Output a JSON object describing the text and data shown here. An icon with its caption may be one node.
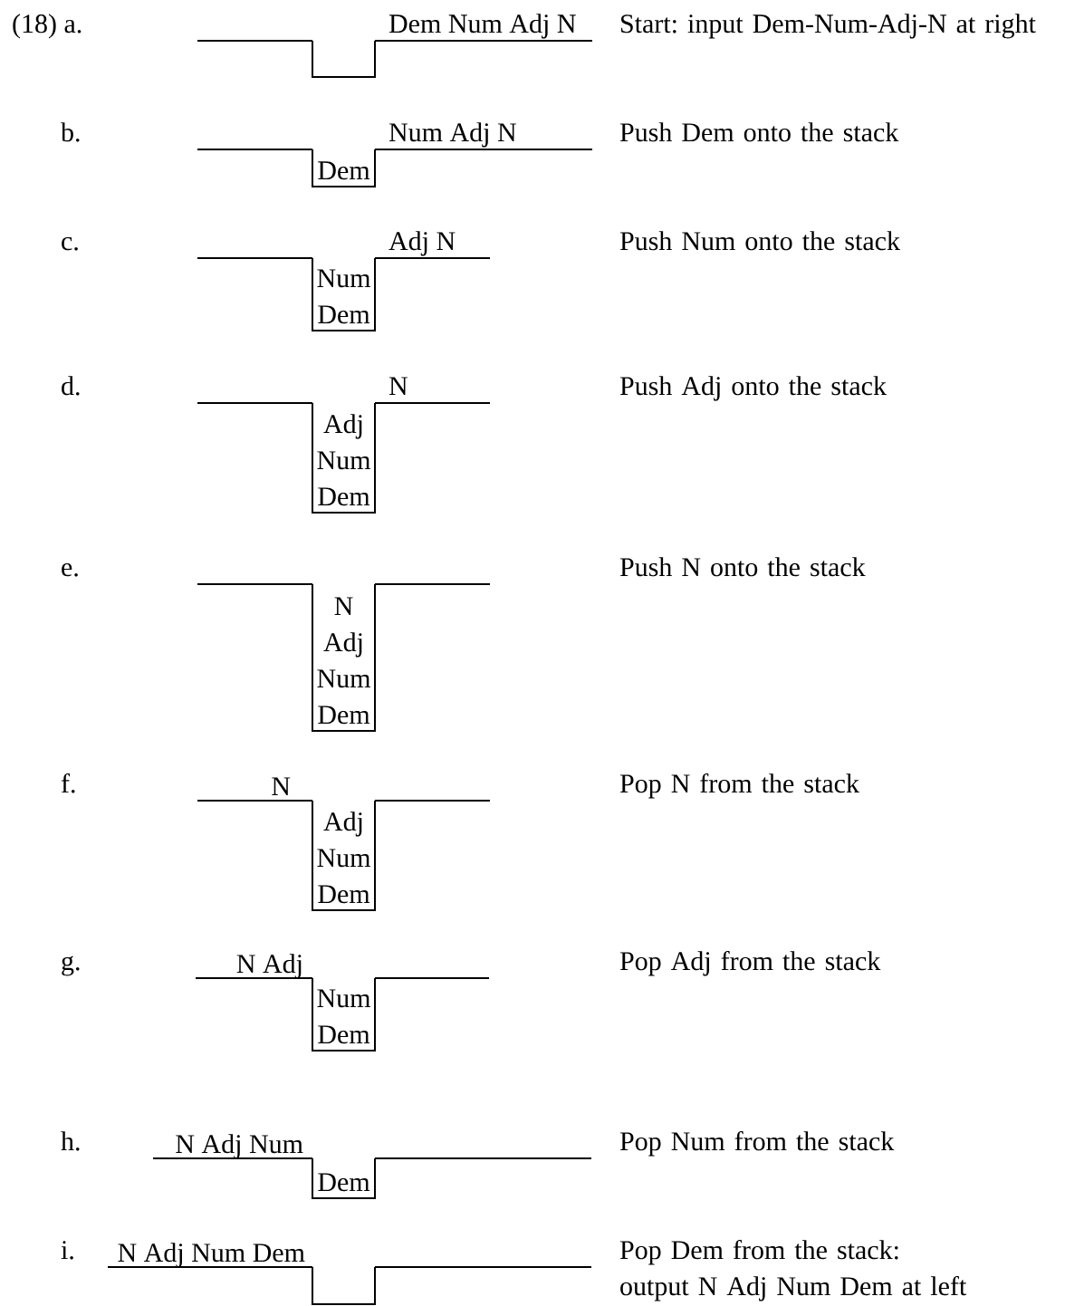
{
  "diagram": {
    "nodes": [
      {
        "text": [],
        "shape": "box"
      },
      {
        "text": [
          "Dem"
        ]
      },
      {
        "text": [
          "Num",
          "Dem"
        ]
      },
      {
        "text": [
          "Adj",
          "Num",
          "Dem"
        ]
      },
      {
        "text": [
          "N",
          "Adj",
          "Num",
          "Dem"
        ]
      },
      {
        "text": [
          "Adj",
          "Num",
          "Dem"
        ]
      },
      {
        "text": [
          "Num",
          "Dem"
        ]
      },
      {
        "text": [
          "Dem"
        ]
      },
      {
        "text": [],
        "shape": "box"
      }
    ],
    "labels": [
      "(18) a.",
      "Dem Num Adj N",
      "Start: input Dem-Num-Adj-N at right",
      "b.",
      "Num Adj N",
      "Push Dem onto the stack",
      "c.",
      "Adj N",
      "Push Num onto the stack",
      "d.",
      "N",
      "Push Adj onto the stack",
      "e.",
      "Push N onto the stack",
      "f.",
      "N",
      "Pop N from the stack",
      "g.",
      "N Adj",
      "Pop Adj from the stack",
      "h.",
      "N Adj Num",
      "Pop Num from the stack",
      "i.",
      "N Adj Num Dem",
      "Pop Dem from the stack: output N Adj Num Dem at left"
    ]
  }
}
